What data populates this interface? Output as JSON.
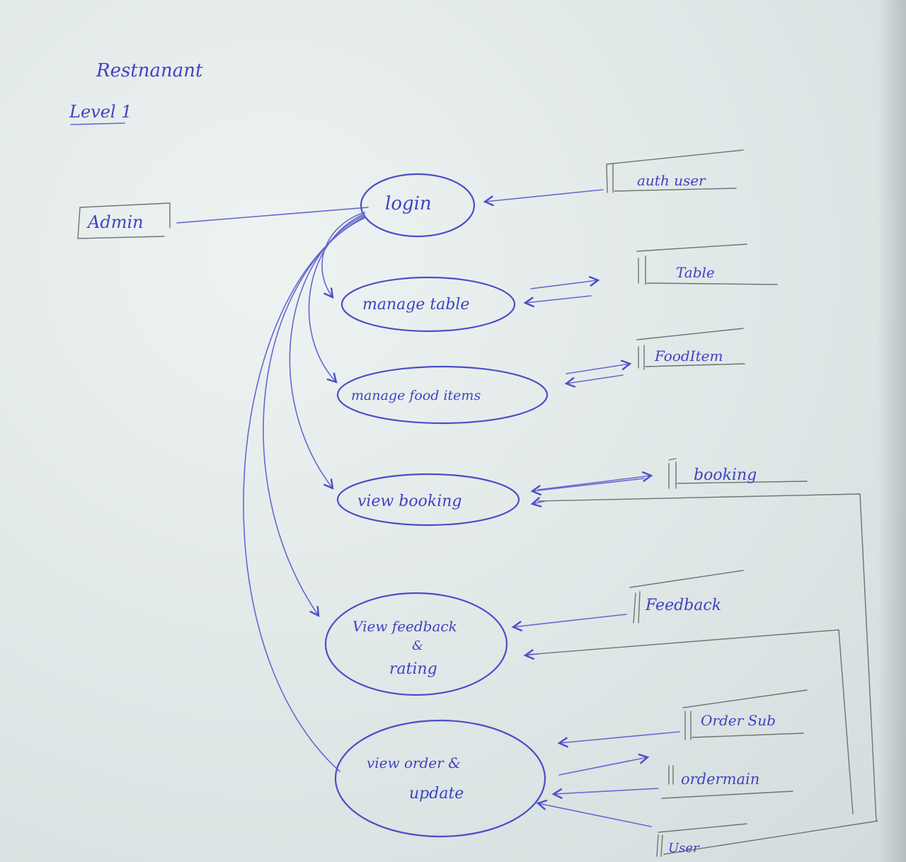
{
  "header": {
    "title": "Restnanant",
    "level": "Level 1"
  },
  "entities": {
    "admin": "Admin"
  },
  "processes": {
    "login": "login",
    "manage_table": "manage table",
    "manage_food_items": "manage food items",
    "view_booking": "view booking",
    "view_feedback_line1": "View feedback",
    "view_feedback_line2": "&",
    "view_feedback_line3": "rating",
    "view_order_line1": "view order &",
    "view_order_line2": "update"
  },
  "datastores": {
    "auth_user": "auth user",
    "table": "Table",
    "food_item": "FoodItem",
    "booking": "booking",
    "feedback": "Feedback",
    "order_sub": "Order Sub",
    "order_main": "ordermain",
    "user": "User"
  },
  "colors": {
    "ink": "#4a4fc7",
    "paper": "#e6ecec"
  }
}
